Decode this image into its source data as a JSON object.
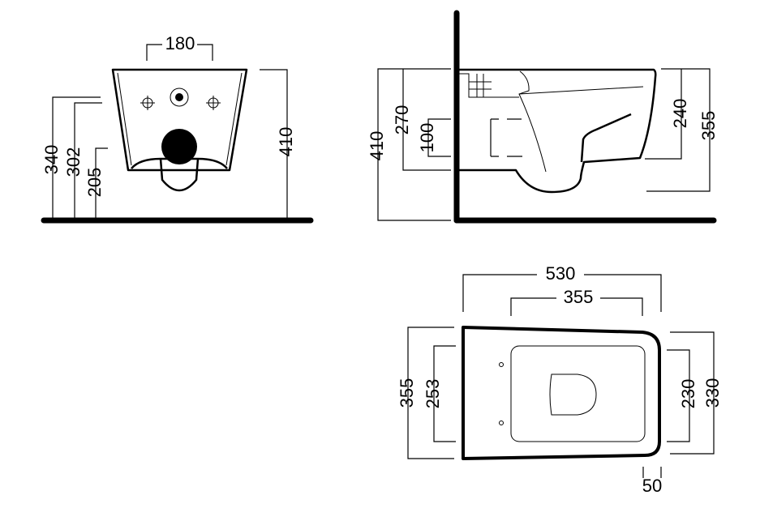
{
  "front_view": {
    "width_180": "180",
    "height_340": "340",
    "height_302": "302",
    "height_205": "205",
    "height_410": "410"
  },
  "side_view": {
    "height_410": "410",
    "height_270": "270",
    "height_100": "100",
    "height_240": "240",
    "height_355": "355"
  },
  "top_view": {
    "length_530": "530",
    "length_355": "355",
    "width_355": "355",
    "width_253": "253",
    "width_230": "230",
    "width_330": "330",
    "offset_50": "50"
  }
}
